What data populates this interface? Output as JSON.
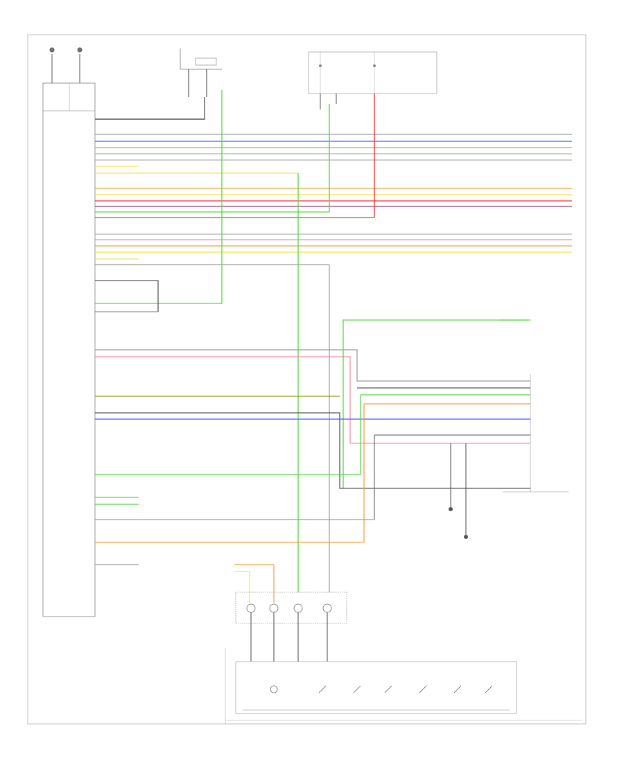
{
  "diagram": {
    "footer_code": "",
    "module_name": "",
    "colors": {
      "frame": "#b8b8b8",
      "wire_gray": "#9a9a9a",
      "wire_dark": "#555555",
      "green": "#4ddc3a",
      "blue": "#3b5bff",
      "red": "#ff2b2b",
      "orange": "#ff9a3a",
      "yellow": "#f5e24a",
      "pink": "#ff8aa0",
      "olive": "#9a9a20"
    },
    "sections": [
      {
        "id": "antenna",
        "label": ""
      },
      {
        "id": "switch-panel",
        "label": ""
      },
      {
        "id": "camera-module",
        "label": ""
      },
      {
        "id": "steering-switches",
        "label": ""
      }
    ]
  }
}
